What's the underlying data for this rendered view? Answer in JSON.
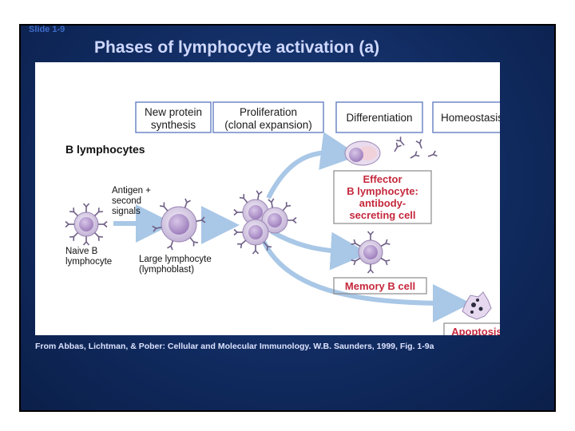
{
  "slide_number": "Slide 1-9",
  "title": "Phases of lymphocyte activation (a)",
  "phases": [
    {
      "lines": [
        "New protein",
        "synthesis"
      ]
    },
    {
      "lines": [
        "Proliferation",
        "(clonal expansion)"
      ]
    },
    {
      "lines": [
        "Differentiation"
      ]
    },
    {
      "lines": [
        "Homeostasis"
      ]
    }
  ],
  "section_label": "B lymphocytes",
  "stimulus_label": {
    "lines": [
      "Antigen +",
      "second",
      "signals"
    ]
  },
  "naive_label": {
    "lines": [
      "Naive B",
      "lymphocyte"
    ]
  },
  "large_label": {
    "lines": [
      "Large lymphocyte",
      "(lymphoblast)"
    ]
  },
  "effector_label": {
    "lines": [
      "Effector",
      "B lymphocyte:",
      "antibody-",
      "secreting cell"
    ]
  },
  "memory_label": "Memory B cell",
  "apoptosis_label": "Apoptosis",
  "caption": "From Abbas, Lichtman, & Pober: Cellular and Molecular Immunology. W.B. Saunders, 1999, Fig. 1-9a",
  "colors": {
    "slide_bg": "#123270",
    "cell_fill": "#cfc2dc",
    "cell_core": "#b79ccc",
    "antibody": "#6e5f86",
    "arrow": "#a9c7e6",
    "phase_border": "#6f87c7",
    "label_red": "#c5283d"
  }
}
